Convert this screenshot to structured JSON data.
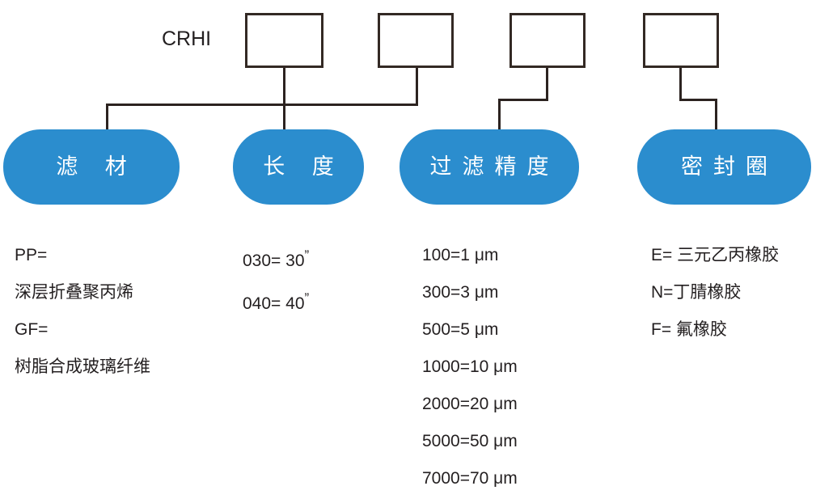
{
  "diagram": {
    "root_label": "CRHI",
    "accent_color": "#2b8dce",
    "line_color": "#2c2320",
    "text_color": "#231f20",
    "code_boxes": [
      {
        "name": "media-code-box",
        "value": ""
      },
      {
        "name": "length-code-box",
        "value": ""
      },
      {
        "name": "micron-code-box",
        "value": ""
      },
      {
        "name": "gasket-code-box",
        "value": ""
      }
    ],
    "categories": [
      {
        "key": "media",
        "label": "滤 材",
        "options": [
          "PP=",
          "深层折叠聚丙烯",
          "GF=",
          "树脂合成玻璃纤维"
        ]
      },
      {
        "key": "length",
        "label": "长 度",
        "options": [
          {
            "text": "030= 30",
            "quote": "”"
          },
          {
            "text": "040= 40",
            "quote": "”"
          }
        ]
      },
      {
        "key": "micron",
        "label": "过滤精度",
        "options": [
          "100=1 μm",
          "300=3 μm",
          "500=5 μm",
          "1000=10 μm",
          "2000=20 μm",
          "5000=50 μm",
          "7000=70 μm"
        ]
      },
      {
        "key": "gasket",
        "label": "密封圈",
        "options": [
          "E= 三元乙丙橡胶",
          "N=丁腈橡胶",
          "F= 氟橡胶"
        ]
      }
    ]
  }
}
